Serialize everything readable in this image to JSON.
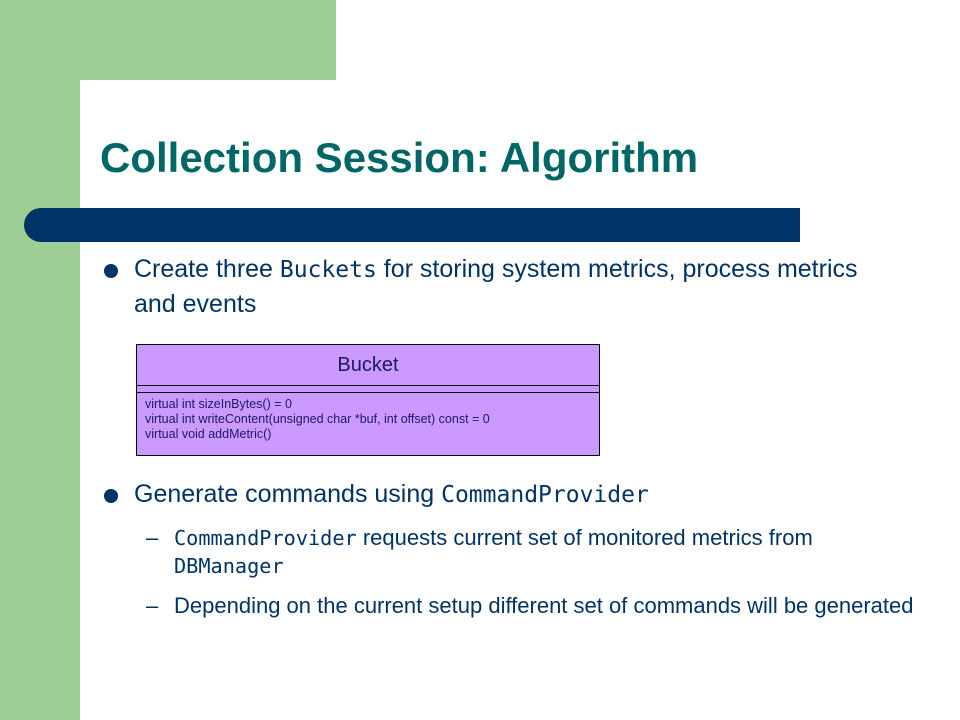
{
  "slide": {
    "title": "Collection Session: Algorithm",
    "bullet1": {
      "pre": "Create three ",
      "code": "Buckets",
      "post": " for storing system metrics, process metrics and events"
    },
    "bullet2": {
      "pre": "Generate commands using ",
      "code": "CommandProvider"
    },
    "sub1": {
      "dash": "–",
      "code1": "CommandProvider",
      "mid": " requests current set of monitored metrics from ",
      "code2": "DBManager"
    },
    "sub2": {
      "dash": "–",
      "text": "Depending on the current setup different set of commands will be generated"
    }
  },
  "uml_class": {
    "name": "Bucket",
    "operations": [
      "virtual int sizeInBytes() = 0",
      "virtual int writeContent(unsigned char *buf, int offset) const = 0",
      "virtual void addMetric()"
    ]
  },
  "colors": {
    "sidebar_green": "#9ecd96",
    "title_bar_navy": "#003366",
    "title_teal": "#006666",
    "uml_fill": "#cc99ff"
  }
}
